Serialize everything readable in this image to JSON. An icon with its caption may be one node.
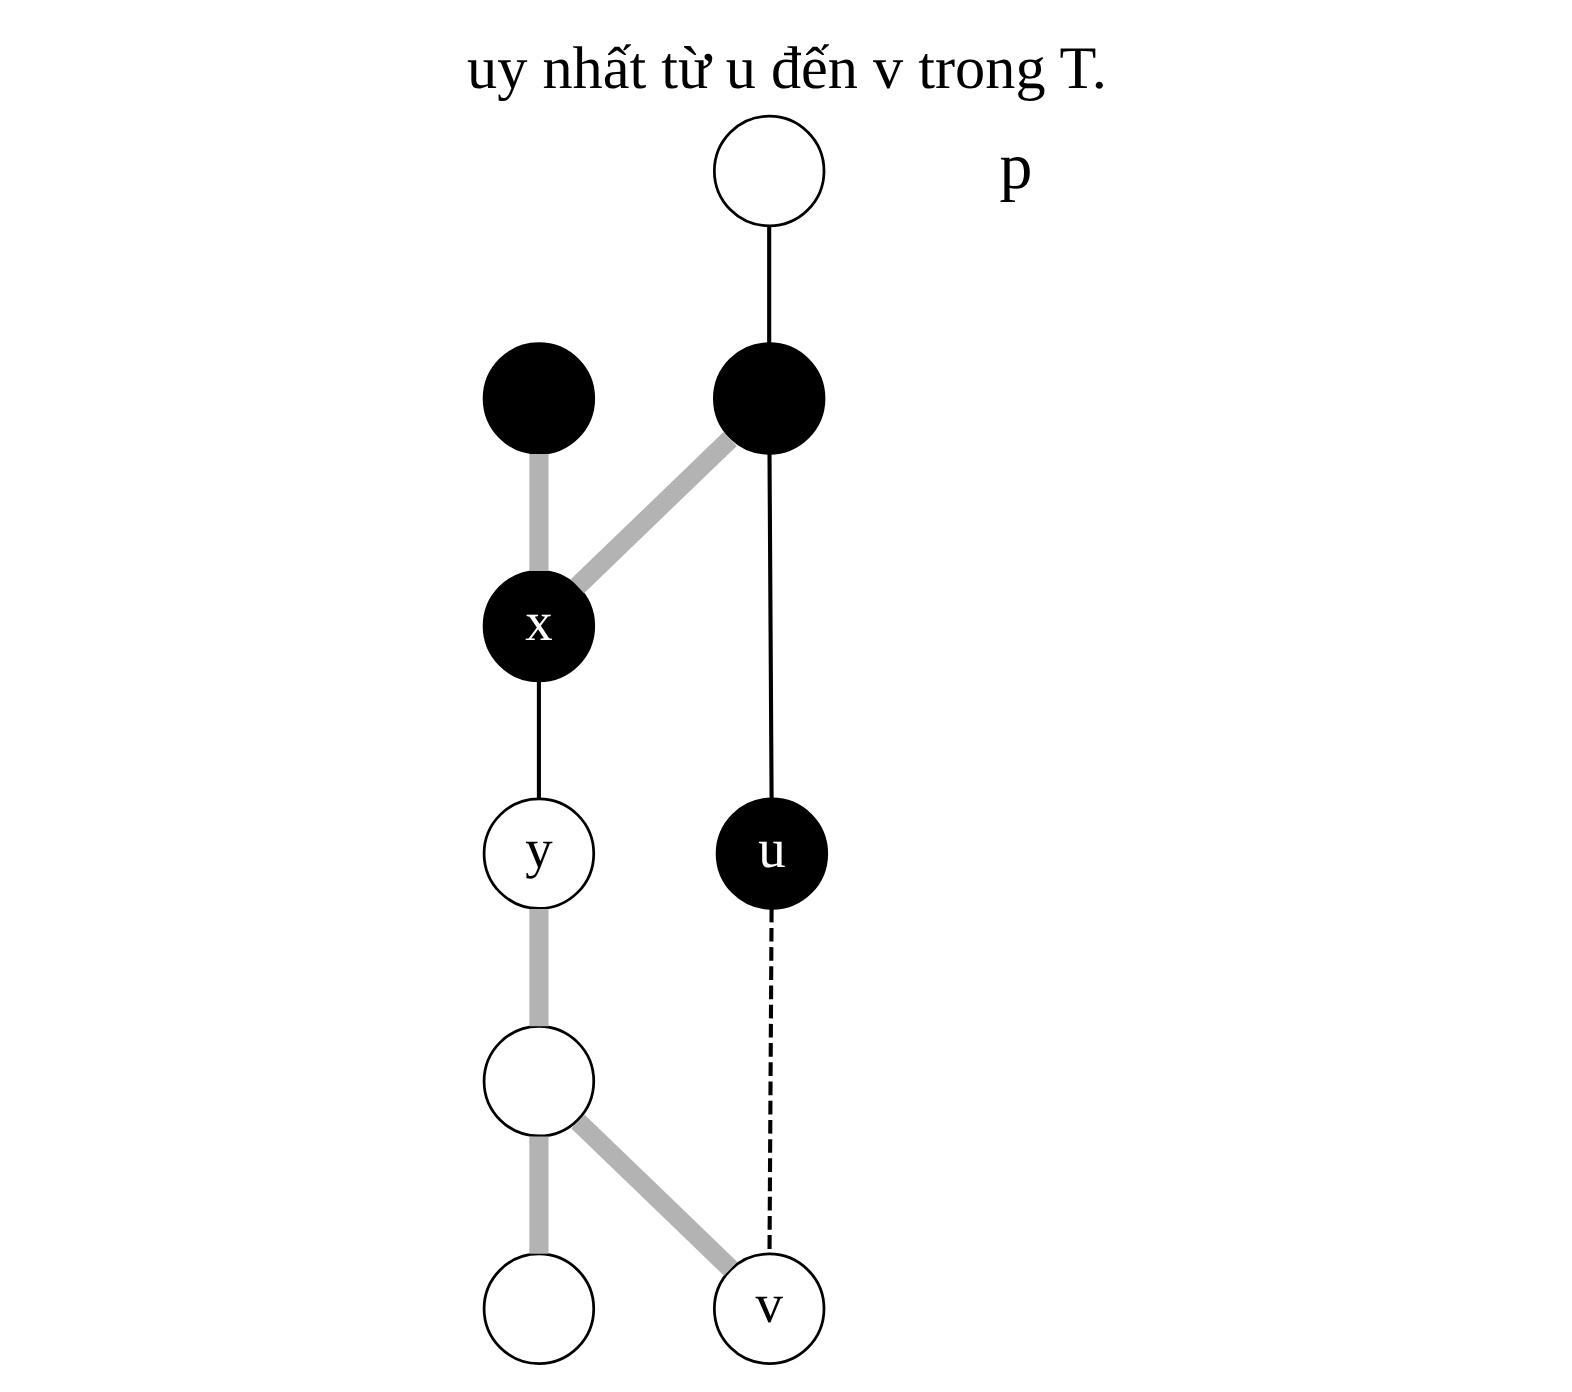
{
  "diagram": {
    "title": "uy nhất từ u đến v trong T.",
    "nodes": [
      {
        "text": [],
        "shape": "circle"
      },
      {
        "text": [],
        "shape": "circle"
      },
      {
        "text": [
          "x"
        ]
      },
      {
        "text": [],
        "shape": "circle"
      },
      {
        "text": [
          "u"
        ]
      },
      {
        "text": [
          "y"
        ]
      },
      {
        "text": [],
        "shape": "circle"
      },
      {
        "text": [
          "v"
        ]
      },
      {
        "text": [],
        "shape": "circle"
      }
    ],
    "edges": [
      {
        "from": 0,
        "to": 2,
        "arrow": "none"
      },
      {
        "from": 1,
        "to": 3,
        "arrow": "none",
        "color": "#000000"
      },
      {
        "from": 3,
        "to": 2,
        "arrow": "none"
      },
      {
        "from": 3,
        "to": 4,
        "arrow": "none",
        "color": "#000000"
      },
      {
        "from": 2,
        "to": 5,
        "arrow": "none",
        "color": "#000000"
      },
      {
        "from": 5,
        "to": 6,
        "arrow": "none"
      },
      {
        "from": 6,
        "to": 7,
        "arrow": "none"
      },
      {
        "from": 6,
        "to": 8,
        "arrow": "none"
      },
      {
        "from": 4,
        "to": 7,
        "arrow": "none",
        "style": "dashed",
        "color": "#000000"
      }
    ],
    "labels": [
      "p"
    ]
  }
}
